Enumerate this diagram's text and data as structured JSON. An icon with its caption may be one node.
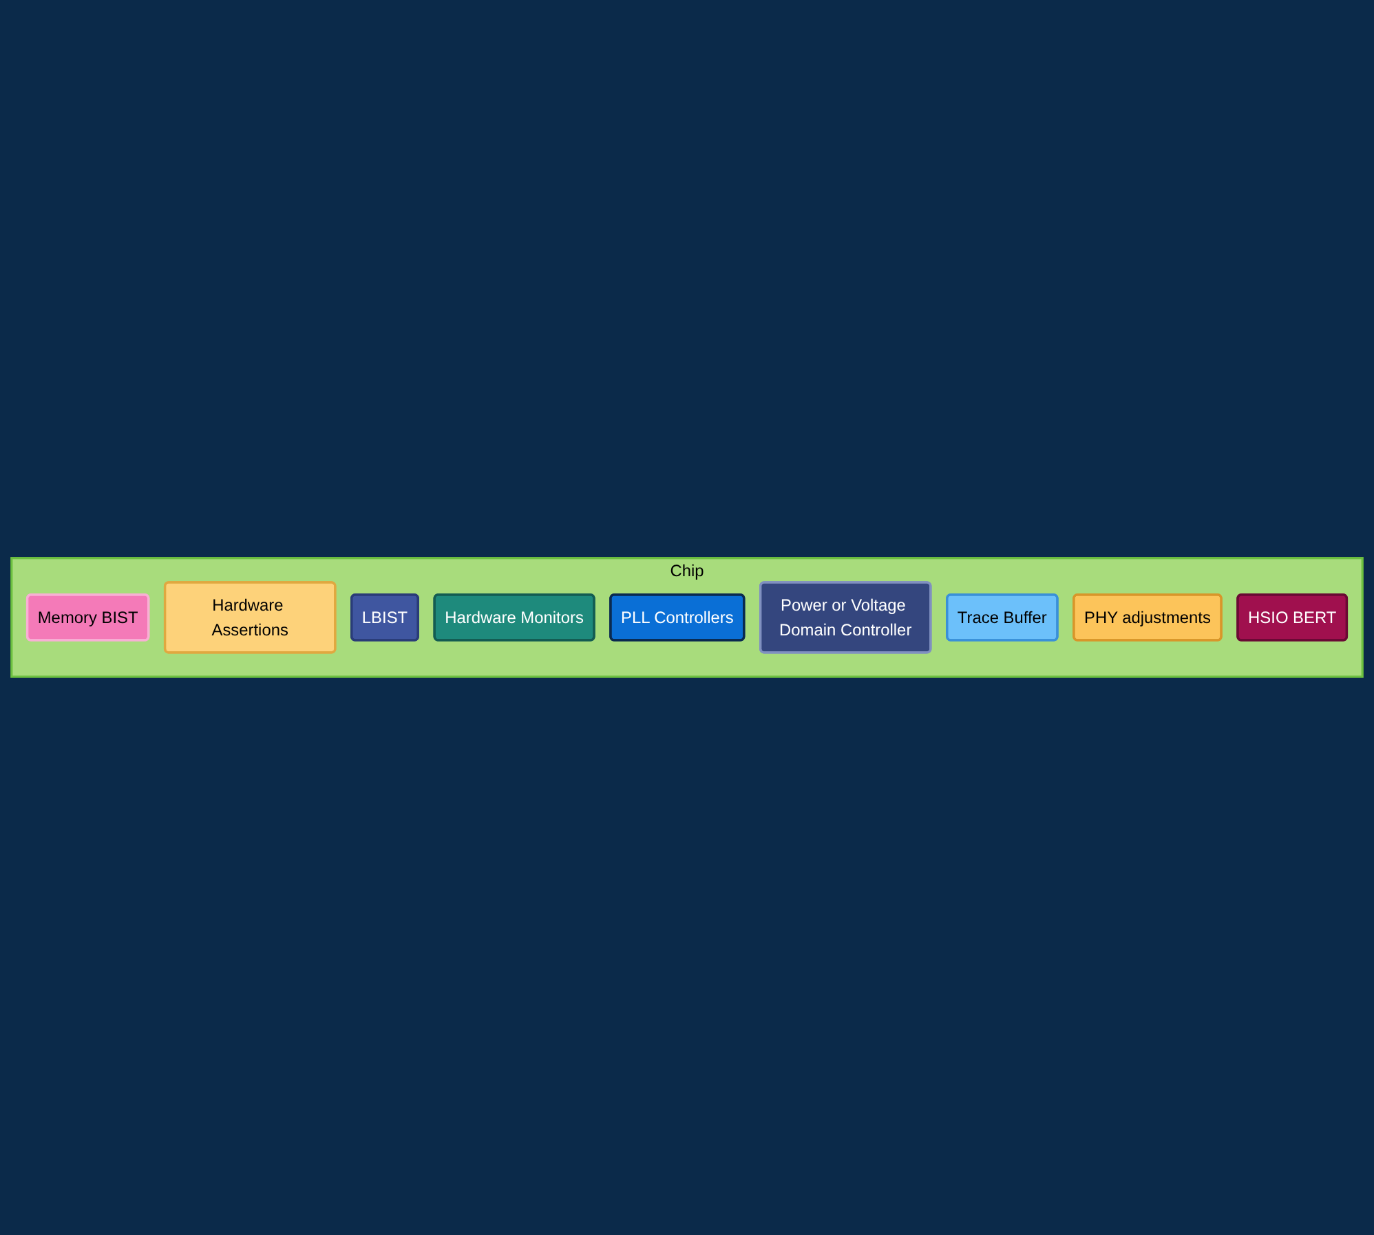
{
  "diagram": {
    "nodes": [
      {
        "text": [
          "Chip"
        ]
      },
      {
        "text": [
          "Memory BIST"
        ],
        "in": 0
      },
      {
        "text": [
          "Hardware Assertions"
        ],
        "in": 0
      },
      {
        "text": [
          "LBIST"
        ],
        "in": 0
      },
      {
        "text": [
          "Hardware Monitors"
        ],
        "in": 0
      },
      {
        "text": [
          "PLL Controllers"
        ],
        "in": 0
      },
      {
        "text": [
          "Power or Voltage Domain Controller"
        ],
        "in": 0
      },
      {
        "text": [
          "Trace Buffer"
        ],
        "in": 0
      },
      {
        "text": [
          "PHY adjustments"
        ],
        "in": 0
      },
      {
        "text": [
          "HSIO BERT"
        ],
        "in": 0
      }
    ]
  }
}
